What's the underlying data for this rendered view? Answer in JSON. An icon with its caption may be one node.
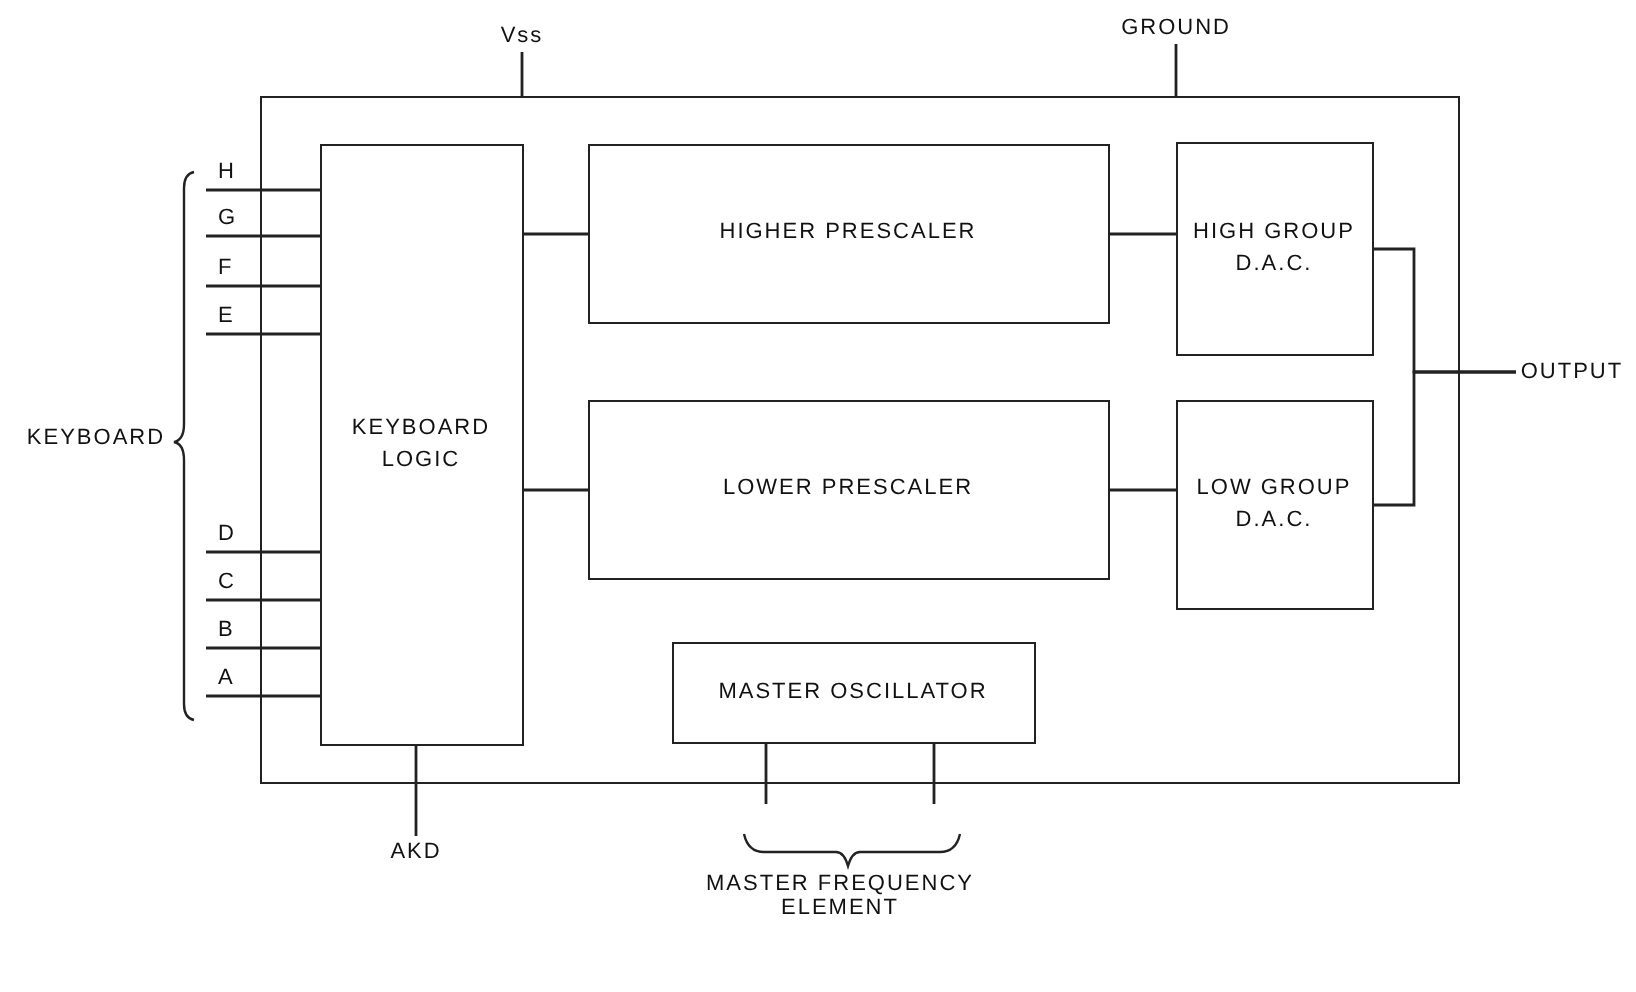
{
  "diagram": {
    "nodes": [
      {
        "text": [],
        "shape": "box"
      },
      {
        "text": [
          "KEYBOARD LOGIC"
        ],
        "in": 0
      },
      {
        "text": [
          "HIGHER PRESCALER"
        ],
        "in": 0
      },
      {
        "text": [
          "HIGH GROUP D.A.C."
        ],
        "in": 0
      },
      {
        "text": [
          "LOWER PRESCALER"
        ],
        "in": 0
      },
      {
        "text": [
          "LOW GROUP D.A.C."
        ],
        "in": 0
      },
      {
        "text": [
          "MASTER OSCILLATOR"
        ],
        "in": 0
      },
      {
        "text": [
          "Vss"
        ]
      },
      {
        "text": [
          "GROUND"
        ]
      },
      {
        "text": [
          "OUTPUT"
        ]
      },
      {
        "text": [
          "AKD"
        ]
      }
    ],
    "edges": [
      {
        "from": 7,
        "to": 0,
        "arrow": "none"
      },
      {
        "from": 8,
        "to": 0,
        "arrow": "none"
      },
      {
        "from": null,
        "to": 1,
        "arrow": "none",
        "label": "H"
      },
      {
        "from": null,
        "to": 1,
        "arrow": "none",
        "label": "G"
      },
      {
        "from": null,
        "to": 1,
        "arrow": "none",
        "label": "F"
      },
      {
        "from": null,
        "to": 1,
        "arrow": "none",
        "label": "E"
      },
      {
        "from": null,
        "to": 1,
        "arrow": "none",
        "label": "D"
      },
      {
        "from": null,
        "to": 1,
        "arrow": "none",
        "label": "C"
      },
      {
        "from": null,
        "to": 1,
        "arrow": "none",
        "label": "B"
      },
      {
        "from": null,
        "to": 1,
        "arrow": "none",
        "label": "A"
      },
      {
        "from": 1,
        "to": 2,
        "arrow": "none"
      },
      {
        "from": 1,
        "to": 4,
        "arrow": "none"
      },
      {
        "from": 2,
        "to": 3,
        "arrow": "none"
      },
      {
        "from": 4,
        "to": 5,
        "arrow": "none"
      },
      {
        "from": 3,
        "to": 9,
        "arrow": "none"
      },
      {
        "from": 5,
        "to": 9,
        "arrow": "none"
      },
      {
        "from": 1,
        "to": 10,
        "arrow": "none"
      },
      {
        "from": 6,
        "to": null,
        "arrow": "none"
      },
      {
        "from": 6,
        "to": null,
        "arrow": "none"
      }
    ],
    "labels": [
      "KEYBOARD",
      "MASTER FREQUENCY ELEMENT"
    ]
  }
}
